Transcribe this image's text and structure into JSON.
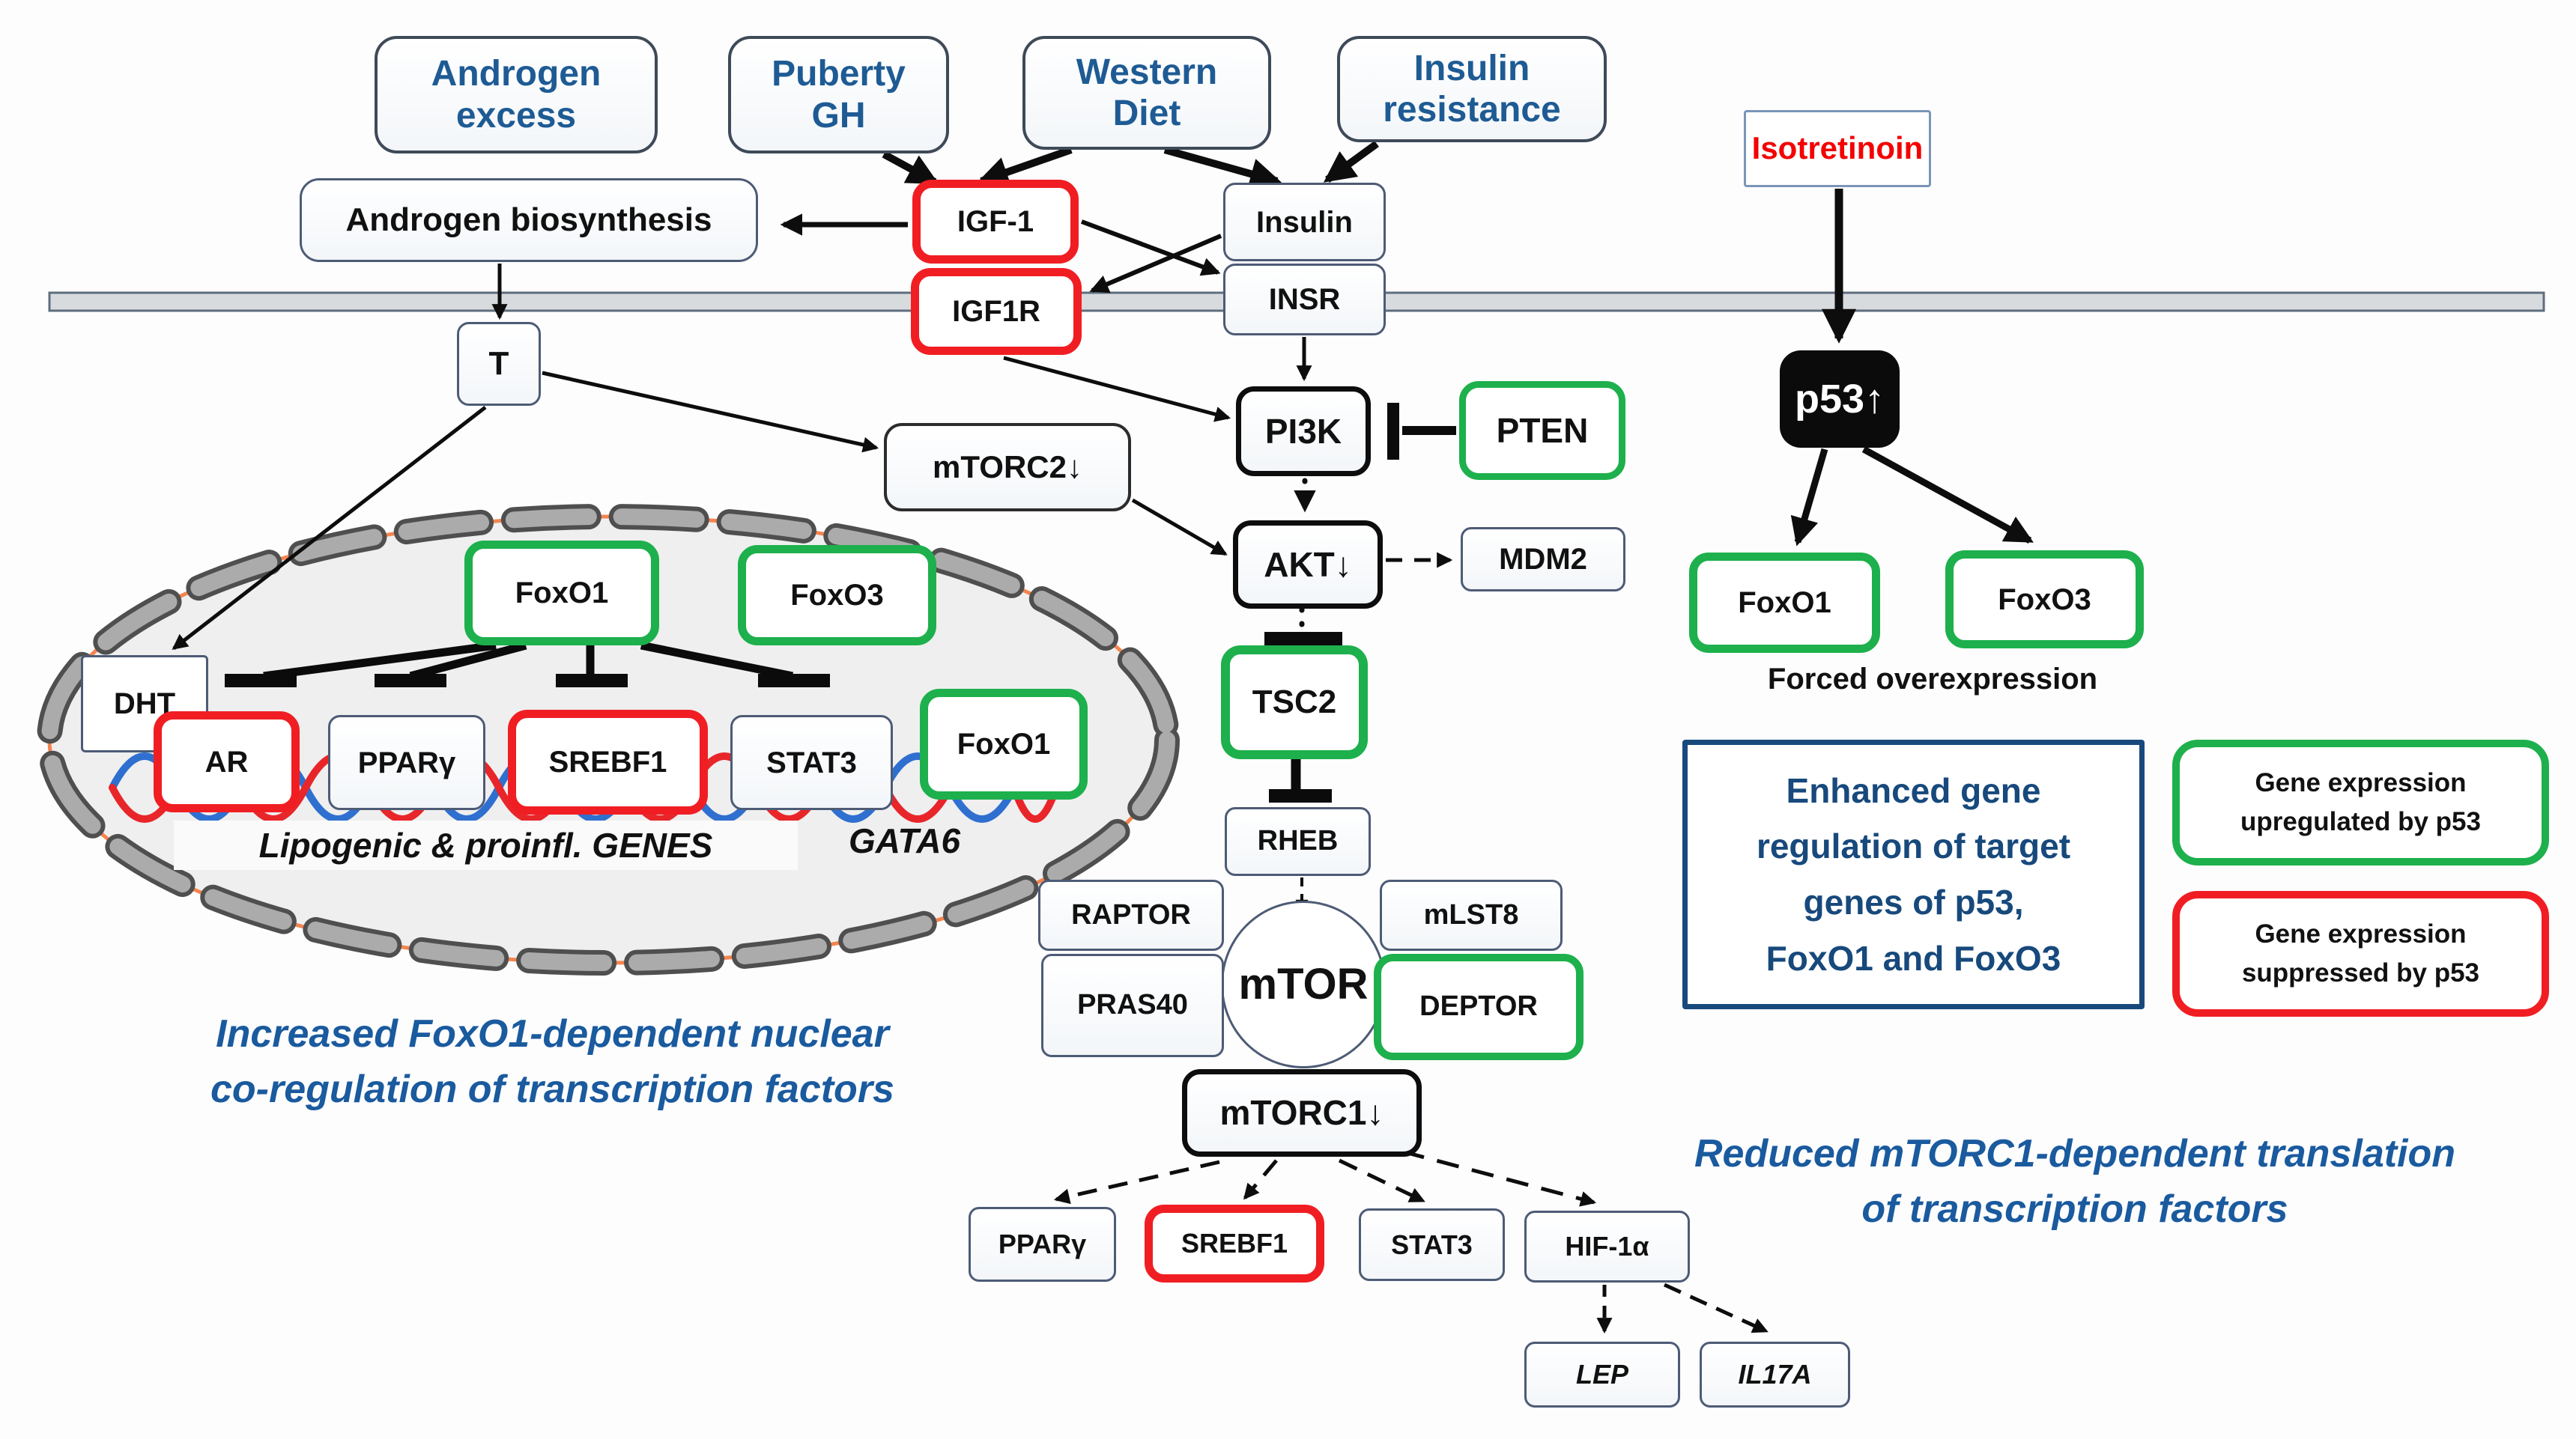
{
  "colors": {
    "accent_blue": "#1e5b94",
    "enhanced_blue": "#17497c",
    "caption_blue": "#1a5a9e",
    "suppressed_red": "#f01e23",
    "upregulated_green": "#1db04c",
    "isotretinoin_red": "#f50000",
    "membrane_gray": "#d8dbde",
    "nucleus_fill": "#efefef",
    "nucleus_ring_orange": "#f4854f",
    "dna_strand_red": "#e8262a",
    "dna_strand_blue": "#2f6fd0"
  },
  "nodes": {
    "androgen_excess": "Androgen\nexcess",
    "puberty_gh": "Puberty\nGH",
    "western_diet": "Western\nDiet",
    "insulin_resistance": "Insulin\nresistance",
    "androgen_biosynthesis": "Androgen biosynthesis",
    "igf1": "IGF-1",
    "igf1r": "IGF1R",
    "insulin": "Insulin",
    "insr": "INSR",
    "t": "T",
    "mtorc2": "mTORC2↓",
    "pi3k": "PI3K",
    "pten": "PTEN",
    "akt": "AKT↓",
    "mdm2": "MDM2",
    "tsc2": "TSC2",
    "rheb": "RHEB",
    "raptor": "RAPTOR",
    "pras40": "PRAS40",
    "mlst8": "mLST8",
    "deptor": "DEPTOR",
    "mtor": "mTOR",
    "mtorc1": "mTORC1↓",
    "ppary_b": "PPARγ",
    "srebf1_b": "SREBF1",
    "stat3_b": "STAT3",
    "hif1a": "HIF-1α",
    "lep": "LEP",
    "il17a": "IL17A",
    "dht": "DHT",
    "foxo1_nuc": "FoxO1",
    "foxo3_nuc": "FoxO3",
    "ar": "AR",
    "ppary_n": "PPARγ",
    "srebf1_n": "SREBF1",
    "stat3_n": "STAT3",
    "foxo1_nuc2": "FoxO1",
    "genes_label": "Lipogenic & proinfl. GENES",
    "gata6": "GATA6",
    "isotretinoin": "Isotretinoin",
    "p53": "p53↑",
    "foxo1_r": "FoxO1",
    "foxo3_r": "FoxO3",
    "forced_overexpression": "Forced overexpression",
    "enhanced_box": "Enhanced gene\nregulation of target\ngenes of p53,\nFoxO1 and FoxO3",
    "legend_upregulated": "Gene expression\nupregulated by p53",
    "legend_suppressed": "Gene expression\nsuppressed by p53",
    "caption_left": "Increased FoxO1-dependent nuclear\nco-regulation of transcription factors",
    "caption_right": "Reduced mTORC1-dependent translation\nof transcription factors"
  }
}
